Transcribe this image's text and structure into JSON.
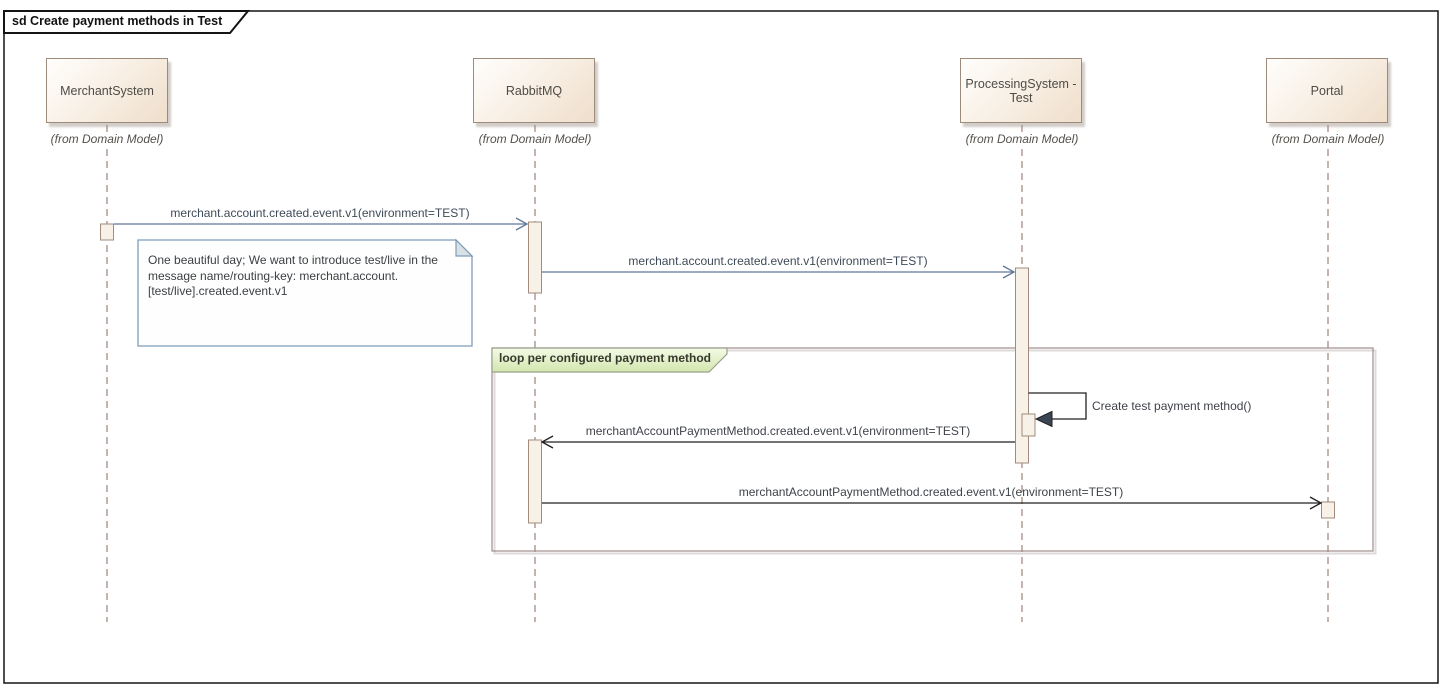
{
  "frame": {
    "title": "sd Create payment methods in Test"
  },
  "lifelines": [
    {
      "name": "MerchantSystem",
      "from": "(from Domain Model)"
    },
    {
      "name": "RabbitMQ",
      "from": "(from Domain Model)"
    },
    {
      "name": "ProcessingSystem - Test",
      "from": "(from Domain Model)"
    },
    {
      "name": "Portal",
      "from": "(from Domain Model)"
    }
  ],
  "note": {
    "text": "One beautiful day; We want to introduce test/live in the message name/routing-key: merchant.account.[test/live].created.event.v1"
  },
  "fragment": {
    "label": "loop per configured payment method"
  },
  "messages": [
    {
      "label": "merchant.account.created.event.v1(environment=TEST)",
      "from": "MerchantSystem",
      "to": "RabbitMQ",
      "kind": "async"
    },
    {
      "label": "merchant.account.created.event.v1(environment=TEST)",
      "from": "RabbitMQ",
      "to": "ProcessingSystem - Test",
      "kind": "async"
    },
    {
      "label": "Create test payment method()",
      "from": "ProcessingSystem - Test",
      "to": "ProcessingSystem - Test",
      "kind": "self"
    },
    {
      "label": "merchantAccountPaymentMethod.created.event.v1(environment=TEST)",
      "from": "ProcessingSystem - Test",
      "to": "RabbitMQ",
      "kind": "async"
    },
    {
      "label": "merchantAccountPaymentMethod.created.event.v1(environment=TEST)",
      "from": "RabbitMQ",
      "to": "Portal",
      "kind": "async"
    }
  ],
  "colors": {
    "early_message": "#5f7896",
    "loop_message": "#202020",
    "lifeline": "#9d8378",
    "activation_border": "#a28a7c",
    "note_border": "#7f9db9",
    "loop_border": "#9f8b8b",
    "loop_header_fill": "#d3e7ae"
  }
}
